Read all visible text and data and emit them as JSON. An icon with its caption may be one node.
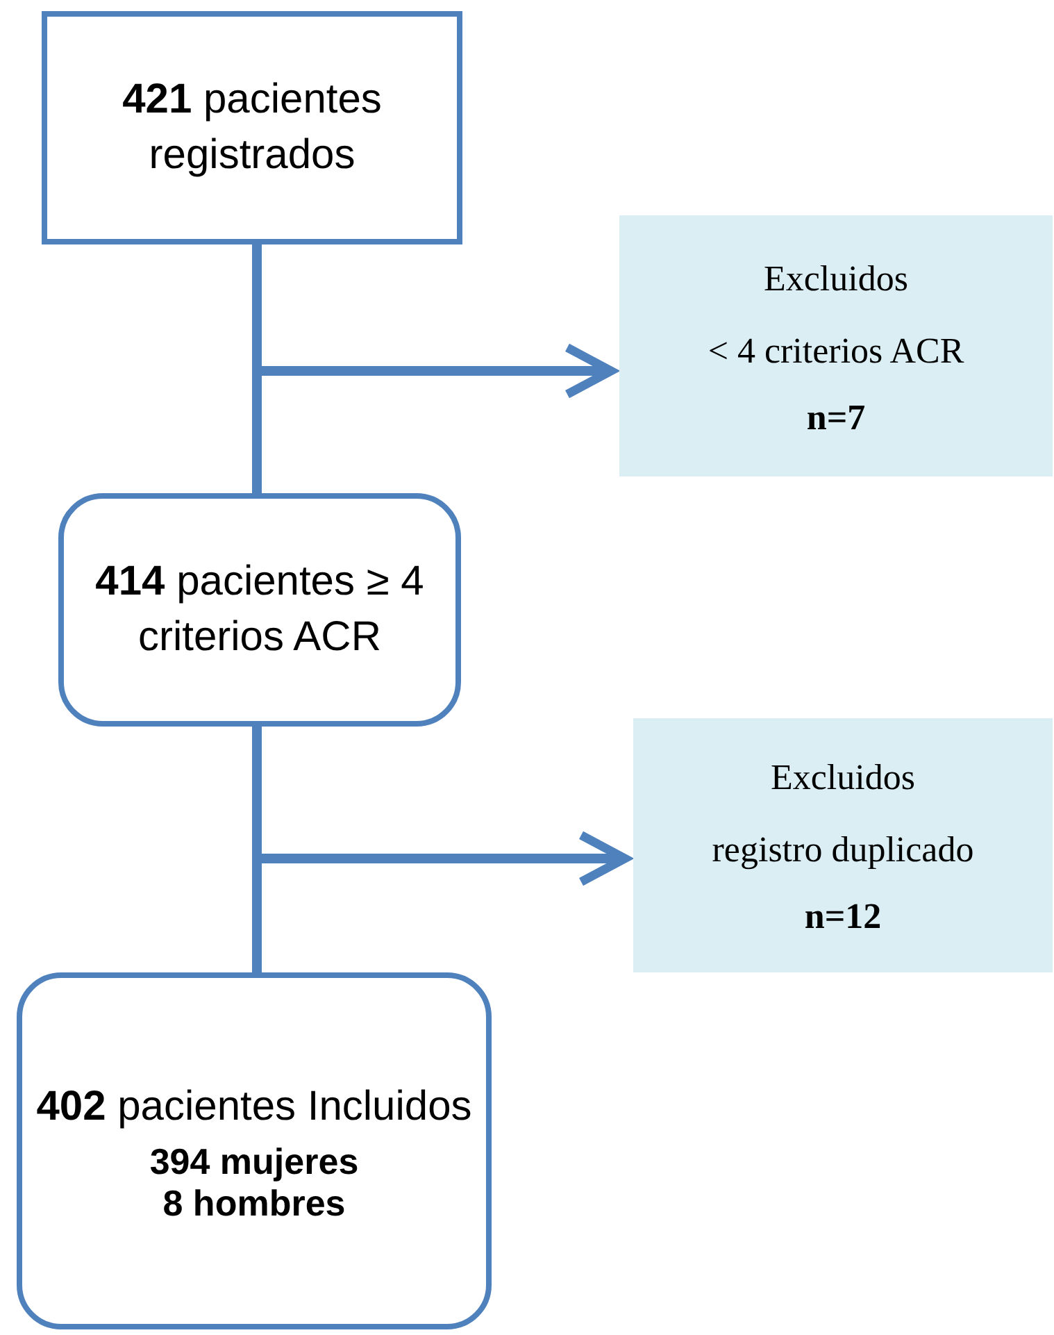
{
  "diagram": {
    "nodes": [
      {
        "text": [
          "**421** pacientes registrados"
        ]
      },
      {
        "text": [
          "Excluidos",
          "< 4 criterios ACR",
          "n=7"
        ]
      },
      {
        "text": [
          "**414** pacientes ≥ 4 criterios ACR"
        ]
      },
      {
        "text": [
          "Excluidos",
          "registro duplicado",
          "n=12"
        ]
      },
      {
        "text": [
          "**402** pacientes Incluidos",
          "394 mujeres",
          "8 hombres"
        ]
      }
    ],
    "edges": [
      {
        "from": 0,
        "to": 2,
        "arrow": "none"
      },
      {
        "from": 0,
        "to": 1,
        "arrow": "to"
      },
      {
        "from": 2,
        "to": 4,
        "arrow": "none"
      },
      {
        "from": 2,
        "to": 3,
        "arrow": "to"
      }
    ]
  }
}
